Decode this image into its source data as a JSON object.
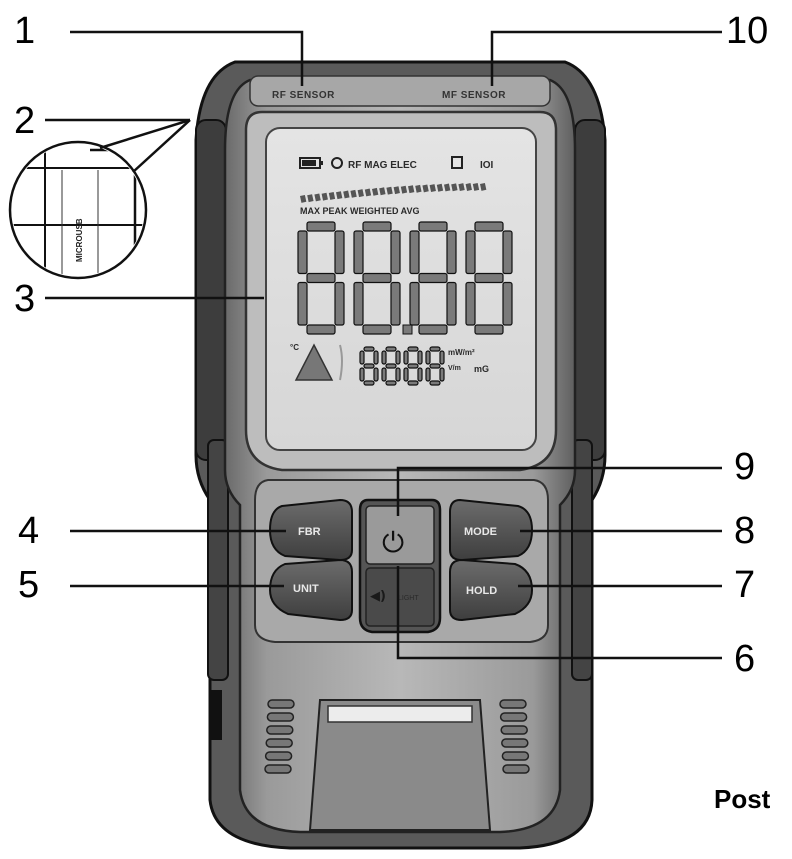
{
  "callouts": [
    {
      "id": "1",
      "label": "1"
    },
    {
      "id": "2",
      "label": "2"
    },
    {
      "id": "3",
      "label": "3"
    },
    {
      "id": "4",
      "label": "4"
    },
    {
      "id": "5",
      "label": "5"
    },
    {
      "id": "6",
      "label": "6"
    },
    {
      "id": "7",
      "label": "7"
    },
    {
      "id": "8",
      "label": "8"
    },
    {
      "id": "9",
      "label": "9"
    },
    {
      "id": "10",
      "label": "10"
    }
  ],
  "device": {
    "rf_sensor": "RF SENSOR",
    "mf_sensor": "MF SENSOR",
    "side_port_text": "MICROUSB",
    "lcd": {
      "status_row": "RF MAG ELEC",
      "mode_row": "MAX PEAK WEIGHTED AVG",
      "main_digits": "88.88",
      "sub_digits": "8888",
      "unit_1": "mW/m²",
      "unit_2": "mG",
      "unit_3": "V/m",
      "small_unit": "°C"
    },
    "buttons": {
      "fbr": "FBR",
      "unit": "UNIT",
      "mode": "MODE",
      "hold": "HOLD",
      "power_icon": "⏻",
      "sound_icon": "◀)",
      "light_text": "LIGHT"
    }
  },
  "footer_partial": "Post"
}
